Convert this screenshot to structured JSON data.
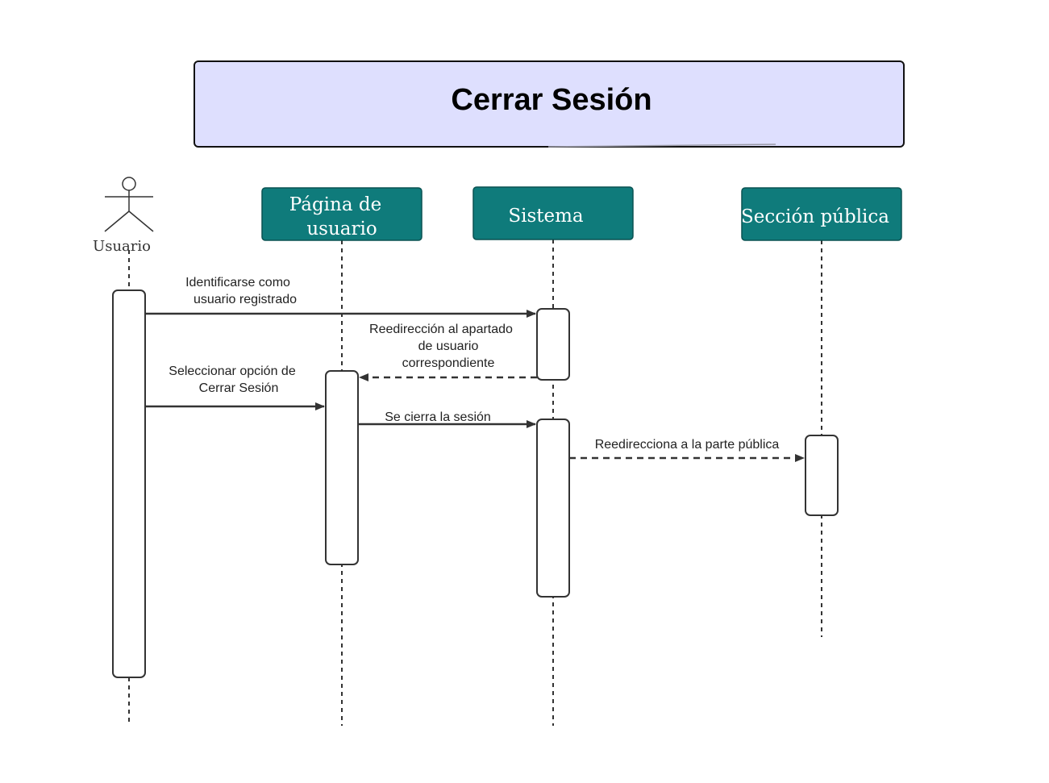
{
  "title": "Cerrar Sesión",
  "colors": {
    "title_fill": "#dedffe",
    "participant_fill": "#0f7b7b",
    "line": "#333333"
  },
  "actor": {
    "label": "Usuario"
  },
  "participants": [
    {
      "id": "pagina",
      "label_lines": [
        "Página de",
        "usuario"
      ]
    },
    {
      "id": "sistema",
      "label_lines": [
        "Sistema"
      ]
    },
    {
      "id": "seccion",
      "label_lines": [
        "Sección pública"
      ]
    }
  ],
  "messages": [
    {
      "id": "msg1",
      "from": "Usuario",
      "to": "Sistema",
      "style": "solid",
      "label_lines": [
        "Identificarse como",
        "usuario registrado"
      ]
    },
    {
      "id": "msg2",
      "from": "Sistema",
      "to": "Página de usuario",
      "style": "dashed",
      "label_lines": [
        "Reedirección al apartado",
        "de usuario",
        "correspondiente"
      ]
    },
    {
      "id": "msg3",
      "from": "Usuario",
      "to": "Página de usuario",
      "style": "solid",
      "label_lines": [
        "Seleccionar opción de",
        "Cerrar Sesión"
      ]
    },
    {
      "id": "msg4",
      "from": "Página de usuario",
      "to": "Sistema",
      "style": "solid",
      "label_lines": [
        "Se cierra la sesión"
      ]
    },
    {
      "id": "msg5",
      "from": "Sistema",
      "to": "Sección pública",
      "style": "dashed",
      "label_lines": [
        "Reedirecciona a la parte pública"
      ]
    }
  ]
}
